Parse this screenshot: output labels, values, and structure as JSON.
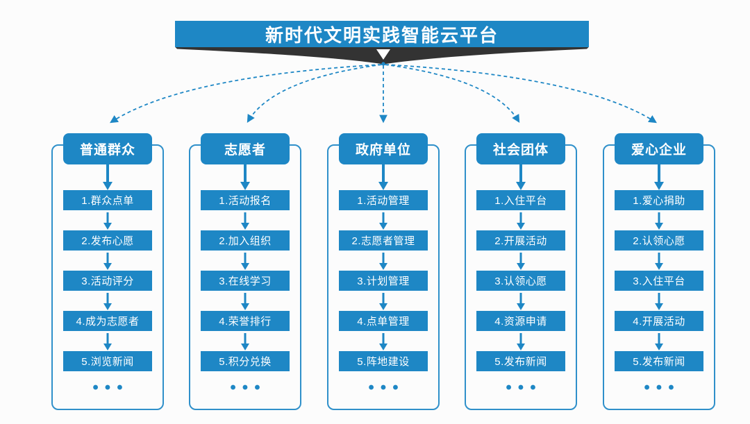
{
  "banner": {
    "title": "新时代文明实践智能云平台"
  },
  "colors": {
    "primary_blue": "#1e87c5",
    "frame_border_blue": "#2f90ca",
    "ribbon_dark": "#333333",
    "text_on_blue": "#ffffff",
    "background": "#fcfcfc"
  },
  "columns": [
    {
      "header": "普通群众",
      "items": [
        "1.群众点单",
        "2.发布心愿",
        "3.活动评分",
        "4.成为志愿者",
        "5.浏览新闻"
      ],
      "ellipsis": "•••"
    },
    {
      "header": "志愿者",
      "items": [
        "1.活动报名",
        "2.加入组织",
        "3.在线学习",
        "4.荣誉排行",
        "5.积分兑换"
      ],
      "ellipsis": "•••"
    },
    {
      "header": "政府单位",
      "items": [
        "1.活动管理",
        "2.志愿者管理",
        "3.计划管理",
        "4.点单管理",
        "5.阵地建设"
      ],
      "ellipsis": "•••"
    },
    {
      "header": "社会团体",
      "items": [
        "1.入住平台",
        "2.开展活动",
        "3.认领心愿",
        "4.资源申请",
        "5.发布新闻"
      ],
      "ellipsis": "•••"
    },
    {
      "header": "爱心企业",
      "items": [
        "1.爱心捐助",
        "2.认领心愿",
        "3.入住平台",
        "4.开展活动",
        "5.发布新闻"
      ],
      "ellipsis": "•••"
    }
  ]
}
